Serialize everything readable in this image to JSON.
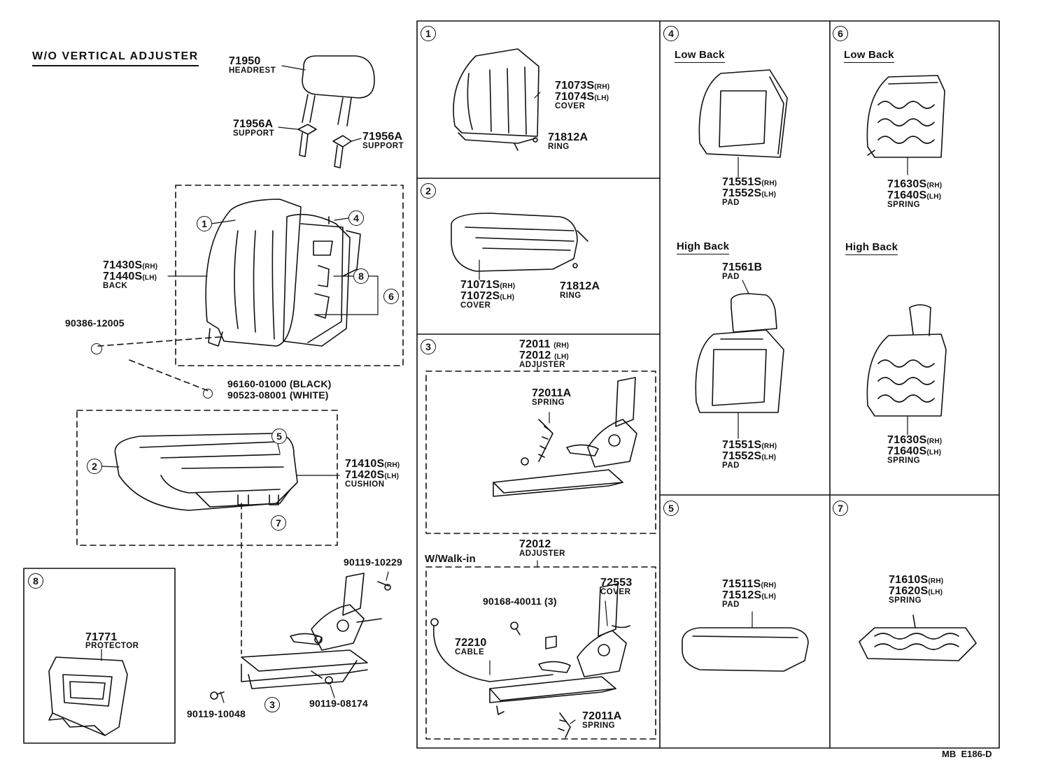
{
  "title": "W/O VERTICAL ADJUSTER",
  "footer_code": "MB  E186-D",
  "callouts": [
    "1",
    "2",
    "3",
    "4",
    "5",
    "6",
    "7",
    "8"
  ],
  "main_assembly": {
    "headrest": {
      "part": "71950",
      "name": "HEADREST"
    },
    "support_left": {
      "part": "71956A",
      "name": "SUPPORT"
    },
    "support_right": {
      "part": "71956A",
      "name": "SUPPORT"
    },
    "back": {
      "part_rh": "71430S",
      "part_lh": "71440S",
      "rh": "(RH)",
      "lh": "(LH)",
      "name": "BACK"
    },
    "bolt": {
      "part": "90386-12005"
    },
    "clip": {
      "part1": "96160-01000 (BLACK)",
      "part2": "90523-08001 (WHITE)"
    },
    "cushion": {
      "part_rh": "71410S",
      "part_lh": "71420S",
      "rh": "(RH)",
      "lh": "(LH)",
      "name": "CUSHION"
    },
    "bolt_upper": {
      "part": "90119-10229"
    },
    "bolt_left": {
      "part": "90119-10048"
    },
    "bolt_right": {
      "part": "90119-08174"
    },
    "protector": {
      "part": "71771",
      "name": "PROTECTOR"
    }
  },
  "panel1": {
    "cover_rh": "71073S",
    "cover_lh": "71074S",
    "rh": "(RH)",
    "lh": "(LH)",
    "cover_name": "COVER",
    "ring": "71812A",
    "ring_name": "RING"
  },
  "panel2": {
    "cover_rh": "71071S",
    "cover_lh": "71072S",
    "rh": "(RH)",
    "lh": "(LH)",
    "cover_name": "COVER",
    "ring": "71812A",
    "ring_name": "RING"
  },
  "panel3": {
    "adj_rh": "72011",
    "adj_lh": "72012",
    "rh": "(RH)",
    "lh": "(LH)",
    "adj_name": "ADJUSTER",
    "spring": "72011A",
    "spring_name": "SPRING",
    "walkin_adj": "72012",
    "walkin_adj_name": "ADJUSTER",
    "walkin_label": "W/Walk-in",
    "cover": "72553",
    "cover_name": "COVER",
    "screw": "90168-40011 (3)",
    "cable": "72210",
    "cable_name": "CABLE",
    "spring2": "72011A",
    "spring2_name": "SPRING"
  },
  "panel4": {
    "low_back": "Low Back",
    "high_back": "High Back",
    "pad_rh": "71551S",
    "pad_lh": "71552S",
    "rh": "(RH)",
    "lh": "(LH)",
    "pad_name": "PAD",
    "head_pad": "71561B",
    "head_pad_name": "PAD",
    "pad2_rh": "71551S",
    "pad2_lh": "71552S",
    "pad2_name": "PAD"
  },
  "panel6": {
    "low_back": "Low Back",
    "high_back": "High Back",
    "spring_rh": "71630S",
    "spring_lh": "71640S",
    "rh": "(RH)",
    "lh": "(LH)",
    "spring_name": "SPRING",
    "spring2_rh": "71630S",
    "spring2_lh": "71640S",
    "spring2_name": "SPRING"
  },
  "panel5": {
    "pad_rh": "71511S",
    "pad_lh": "71512S",
    "rh": "(RH)",
    "lh": "(LH)",
    "pad_name": "PAD"
  },
  "panel7": {
    "spring_rh": "71610S",
    "spring_lh": "71620S",
    "rh": "(RH)",
    "lh": "(LH)",
    "spring_name": "SPRING"
  }
}
